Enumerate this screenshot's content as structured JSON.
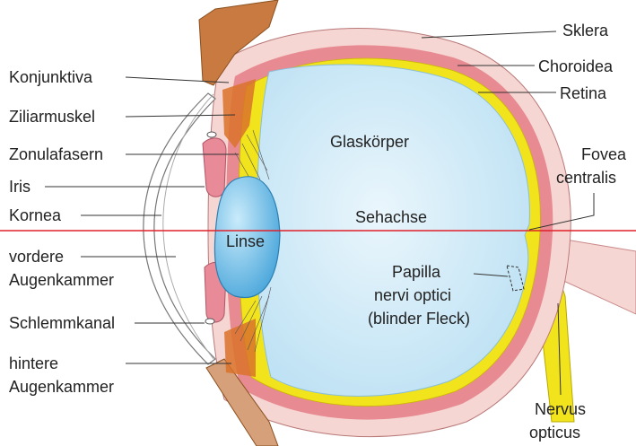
{
  "labels": {
    "sklera": "Sklera",
    "choroidea": "Choroidea",
    "retina": "Retina",
    "fovea_1": "Fovea",
    "fovea_2": "centralis",
    "konjunktiva": "Konjunktiva",
    "ziliarmuskel": "Ziliarmuskel",
    "zonulafasern": "Zonulafasern",
    "iris": "Iris",
    "kornea": "Kornea",
    "vordere_1": "vordere",
    "vordere_2": "Augenkammer",
    "schlemmkanal": "Schlemmkanal",
    "hintere_1": "hintere",
    "hintere_2": "Augenkammer",
    "glaskoerper": "Glaskörper",
    "sehachse": "Sehachse",
    "linse": "Linse",
    "papilla_1": "Papilla",
    "papilla_2": "nervi optici",
    "papilla_3": "(blinder Fleck)",
    "nervus_1": "Nervus",
    "nervus_2": "opticus"
  },
  "colors": {
    "sclera": "#f6d6d2",
    "choroid": "#e88a92",
    "retina": "#f2e41c",
    "vitreous": "#d3ecf8",
    "lens": "#6fbfea",
    "iris": "#e88a98",
    "ciliary_muscle": "#d9722a",
    "conjunctiva": "#c87a40",
    "axis": "#e0202a"
  }
}
